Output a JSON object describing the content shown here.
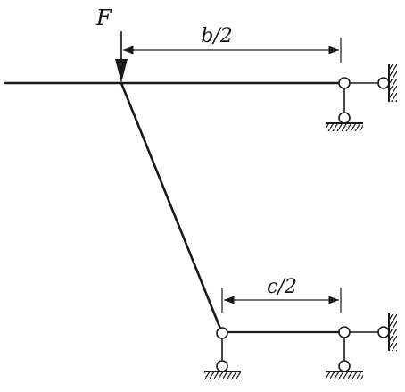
{
  "labels": {
    "force": "F",
    "top_dimension": "b/2",
    "bottom_dimension": "c/2"
  },
  "colors": {
    "line": "#1a1a1a",
    "background": "#ffffff"
  }
}
